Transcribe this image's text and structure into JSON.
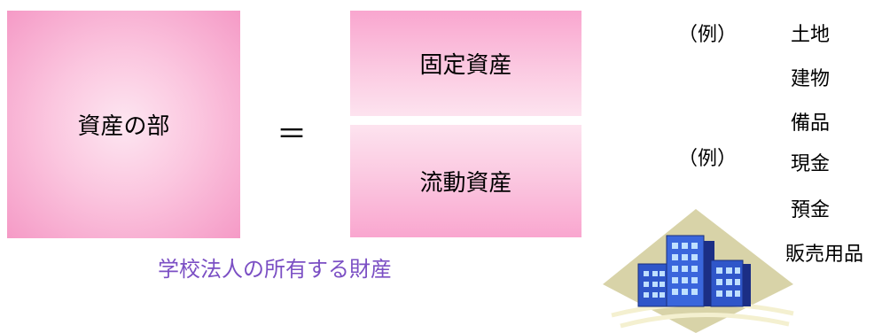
{
  "diagram": {
    "main_box": "資産の部",
    "equals": "＝",
    "fixed_box": "固定資産",
    "current_box": "流動資産",
    "caption": "学校法人の所有する財産",
    "fixed_examples_label": "（例）",
    "fixed_examples": [
      "土地",
      "建物",
      "備品"
    ],
    "current_examples_label": "（例）",
    "current_examples": [
      "現金",
      "預金",
      "販売用品"
    ]
  },
  "colors": {
    "box_pink": "#f9a6cf",
    "caption_purple": "#7b4fc4"
  },
  "icons": {
    "clipart": "office-buildings-icon"
  }
}
